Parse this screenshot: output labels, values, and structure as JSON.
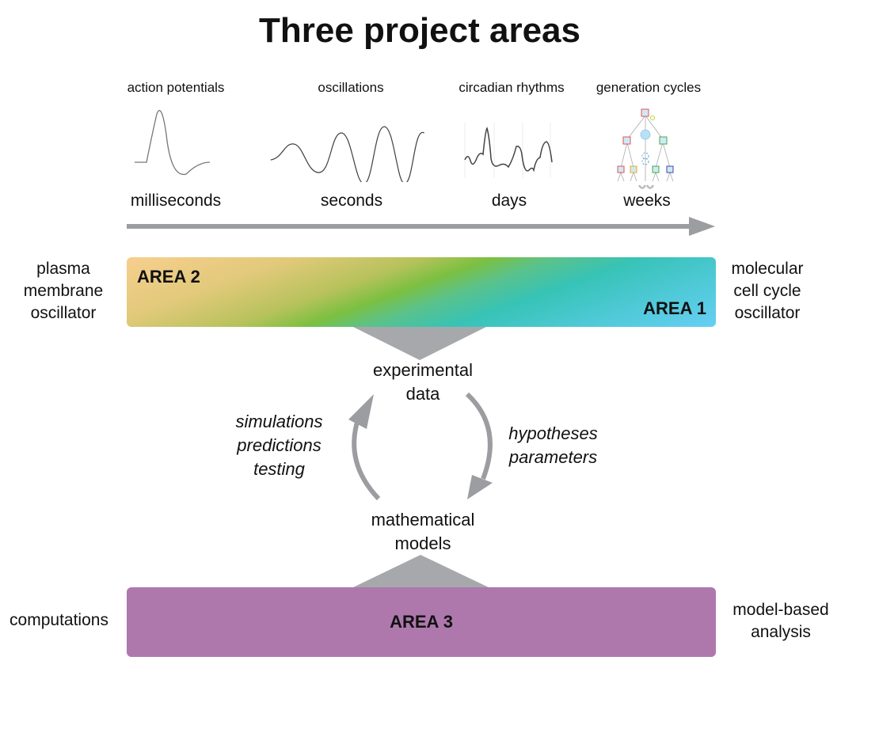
{
  "title": "Three project areas",
  "timeline": {
    "items": [
      {
        "label": "action potentials",
        "scale": "milliseconds"
      },
      {
        "label": "oscillations",
        "scale": "seconds"
      },
      {
        "label": "circadian rhythms",
        "scale": "days"
      },
      {
        "label": "generation cycles",
        "scale": "weeks"
      }
    ]
  },
  "areas": {
    "top_bar": {
      "left_label": "AREA 2",
      "right_label": "AREA 1",
      "left_side": [
        "plasma",
        "membrane",
        "oscillator"
      ],
      "right_side": [
        "molecular",
        "cell cycle",
        "oscillator"
      ]
    },
    "bottom_bar": {
      "label": "AREA 3",
      "left_side": "computations",
      "right_side": [
        "model-based",
        "analysis"
      ],
      "color": "#ae78ad"
    }
  },
  "cycle": {
    "top_node": [
      "experimental",
      "data"
    ],
    "bottom_node": [
      "mathematical",
      "models"
    ],
    "left_label": [
      "simulations",
      "predictions",
      "testing"
    ],
    "right_label": [
      "hypotheses",
      "parameters"
    ]
  },
  "colors": {
    "arrow_gray": "#9c9da0",
    "connector_gray": "#a7a8ab"
  }
}
